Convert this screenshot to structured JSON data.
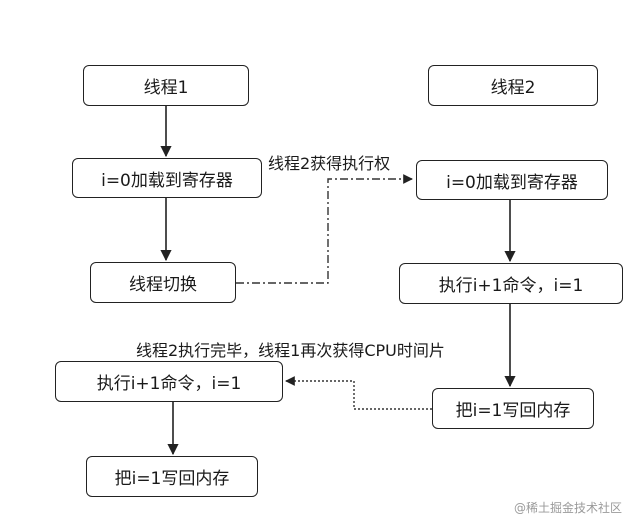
{
  "nodes": {
    "t1_title": "线程1",
    "t1_load": "i=0加载到寄存器",
    "t1_switch": "线程切换",
    "t1_exec": "执行i+1命令，i=1",
    "t1_write": "把i=1写回内存",
    "t2_title": "线程2",
    "t2_load": "i=0加载到寄存器",
    "t2_exec": "执行i+1命令，i=1",
    "t2_write": "把i=1写回内存"
  },
  "labels": {
    "switch_to_t2": "线程2获得执行权",
    "back_to_t1": "线程2执行完毕，线程1再次获得CPU时间片"
  },
  "watermark": "@稀土掘金技术社区"
}
